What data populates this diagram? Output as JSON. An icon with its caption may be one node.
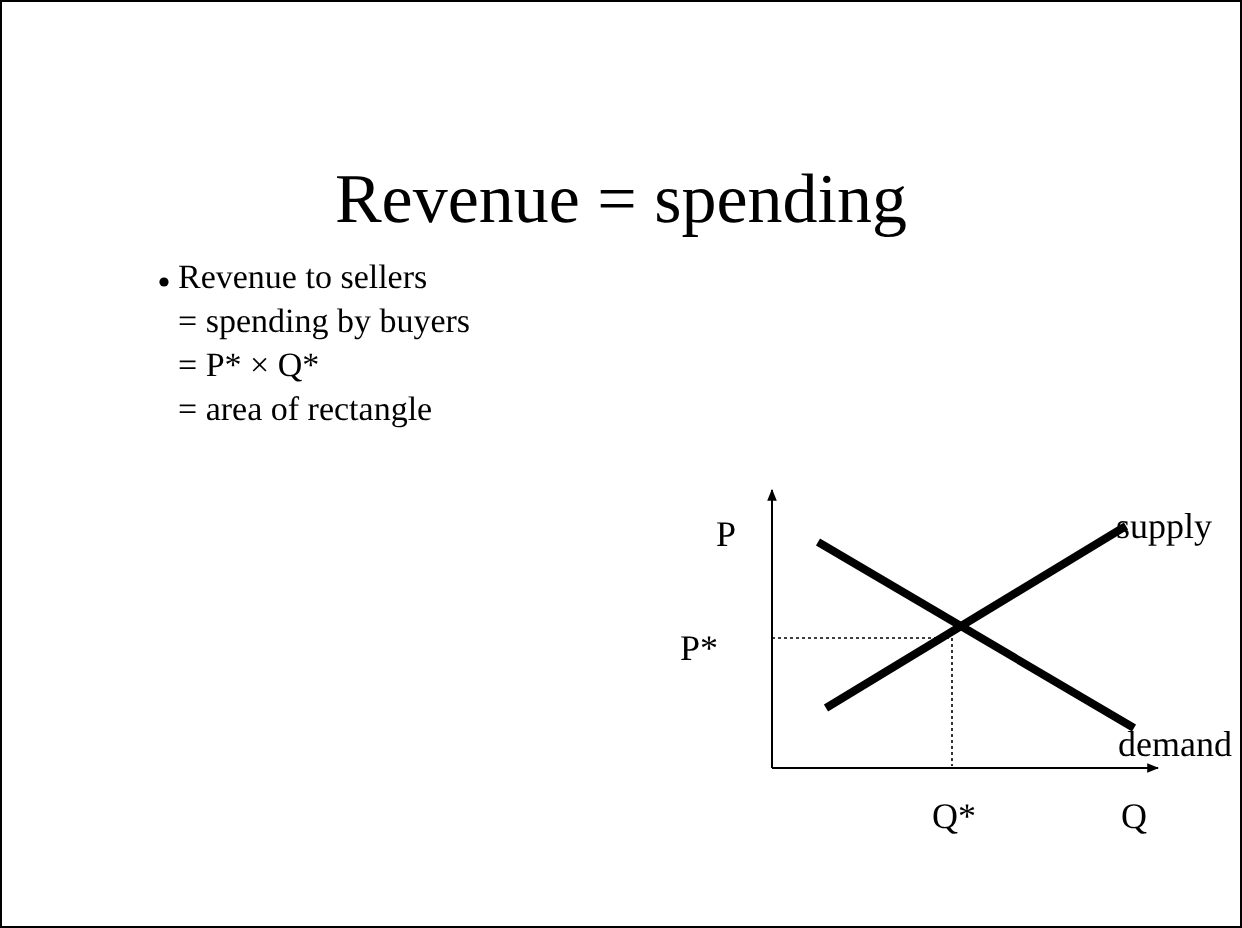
{
  "diagram": {
    "title": "Revenue = spending",
    "labels": [
      "Revenue to sellers",
      "= spending by buyers",
      "= P* × Q*",
      "= area of rectangle",
      "P",
      "supply",
      "P*",
      "demand",
      "Q*",
      "Q"
    ]
  }
}
